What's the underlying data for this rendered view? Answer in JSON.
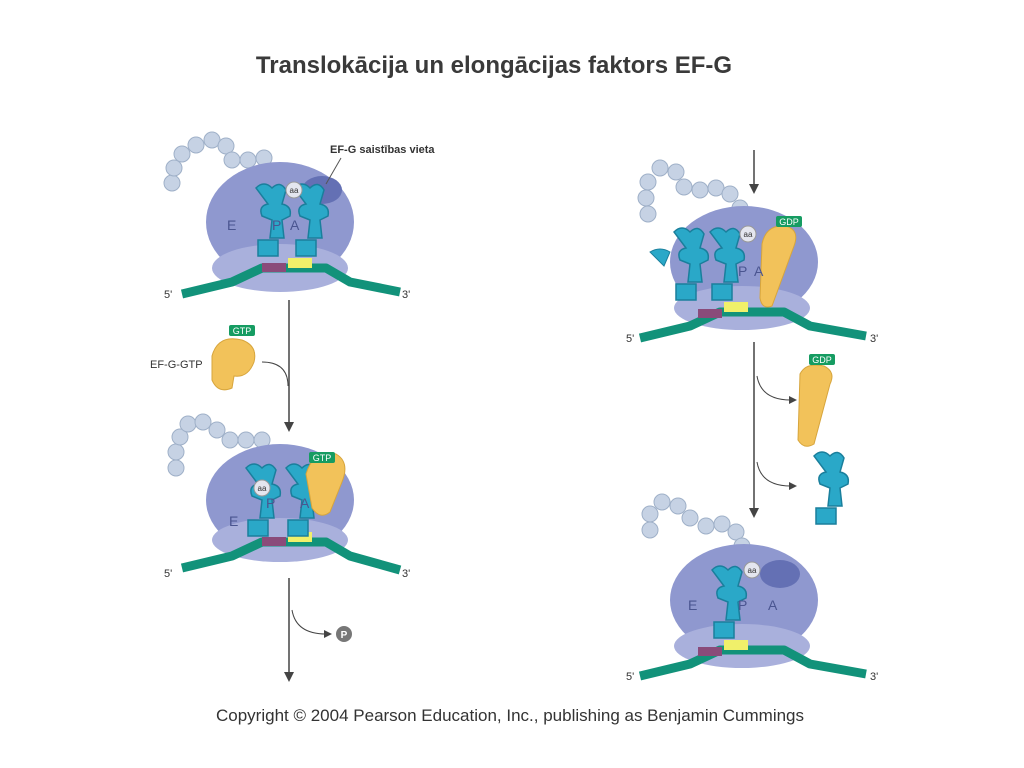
{
  "title": "Translokācija un elongācijas faktors EF-G",
  "copyright": "Copyright © 2004 Pearson Education, Inc., publishing as Benjamin Cummings",
  "labels": {
    "binding_site": "EF-G saistības vieta",
    "ef_g_gtp": "EF-G-GTP",
    "gtp": "GTP",
    "gdp": "GDP",
    "end5": "5'",
    "end3": "3'",
    "site_e": "E",
    "site_p": "P",
    "site_a": "A",
    "aa": "aa",
    "phosphate": "P"
  },
  "colors": {
    "ribosome_large": "#8f98cf",
    "ribosome_small": "#a9b0dc",
    "mrna": "#12927a",
    "trna": "#2aa8c8",
    "ef_g": "#f2c25a",
    "peptide_bead": "#c6d2e4",
    "gtp_tag": "#169c62"
  }
}
